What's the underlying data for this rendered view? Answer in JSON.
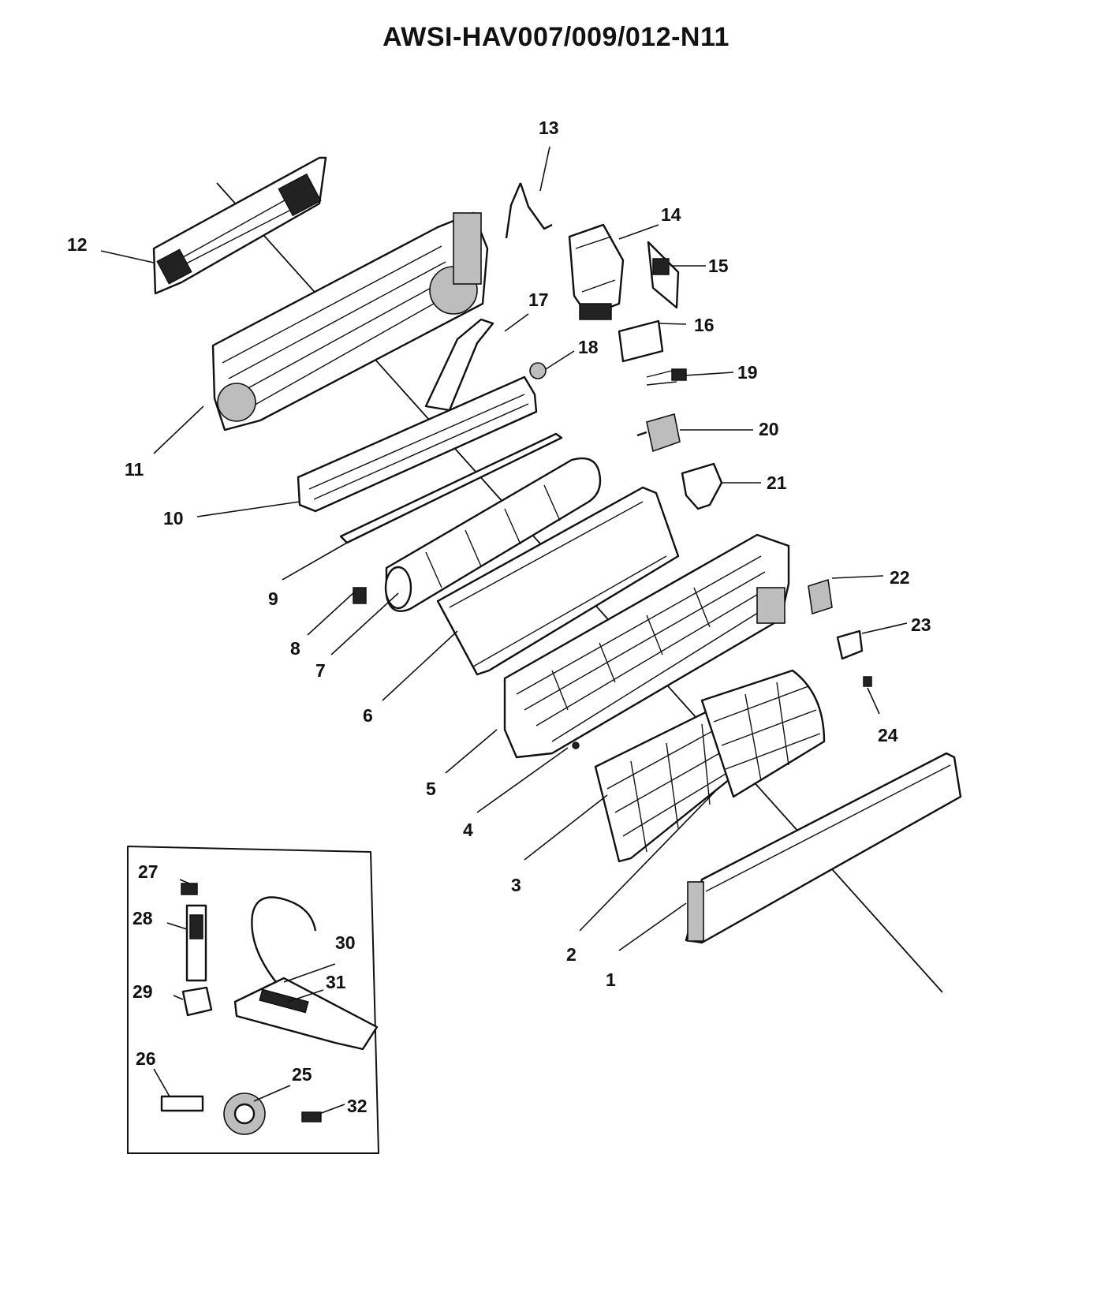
{
  "title": "AWSI-HAV007/009/012-N11",
  "callouts": [
    "1",
    "2",
    "3",
    "4",
    "5",
    "6",
    "7",
    "8",
    "9",
    "10",
    "11",
    "12",
    "13",
    "14",
    "15",
    "16",
    "17",
    "18",
    "19",
    "20",
    "21",
    "22",
    "23",
    "24",
    "25",
    "26",
    "27",
    "28",
    "29",
    "30",
    "31",
    "32"
  ],
  "accessory_box_callouts": [
    "25",
    "26",
    "27",
    "28",
    "29",
    "30",
    "31",
    "32"
  ]
}
